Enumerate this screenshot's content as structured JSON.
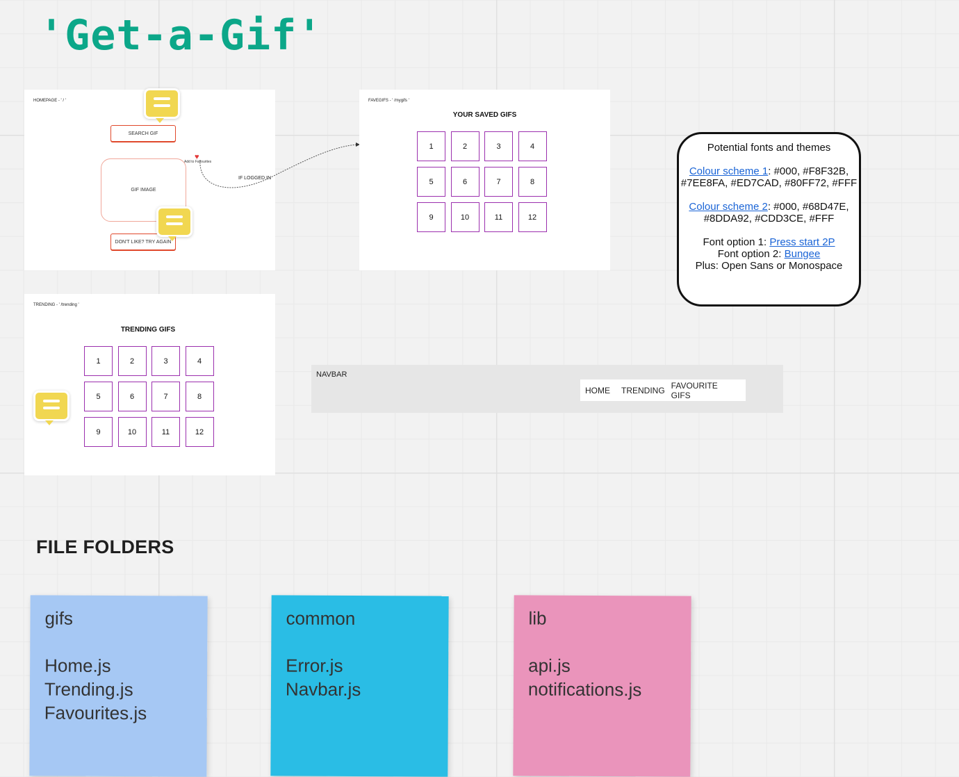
{
  "board_title": "'Get-a-Gif'",
  "homepage_frame": {
    "label": "HOMEPAGE - ' /  '",
    "search_button": "SEARCH GIF",
    "gif_image": "GIF IMAGE",
    "retry_button": "DON'T LIKE? TRY AGAIN",
    "add_favourites": "Add to Favourites",
    "connector_label": "IF LOGGED IN"
  },
  "favegifs_frame": {
    "label": "FAVEGIFS - ' /mygifs '",
    "heading": "YOUR SAVED GIFS",
    "cells": [
      "1",
      "2",
      "3",
      "4",
      "5",
      "6",
      "7",
      "8",
      "9",
      "10",
      "11",
      "12"
    ]
  },
  "trending_frame": {
    "label": "TRENDING - ' /trending  '",
    "heading": "TRENDING GIFS",
    "cells": [
      "1",
      "2",
      "3",
      "4",
      "5",
      "6",
      "7",
      "8",
      "9",
      "10",
      "11",
      "12"
    ]
  },
  "themes_note": {
    "title": "Potential fonts and themes",
    "scheme1_link": "Colour scheme 1",
    "scheme1_colors": ": #000, #F8F32B, #7EE8FA, #ED7CAD, #80FF72, #FFF",
    "scheme2_link": "Colour scheme 2",
    "scheme2_colors": ": #000, #68D47E, #8DDA92, #CDD3CE, #FFF",
    "font1_prefix": "Font option 1: ",
    "font1_link": "Press start 2P",
    "font2_prefix": "Font option 2: ",
    "font2_link": "Bungee",
    "plus": "Plus: Open Sans or Monospace"
  },
  "navbar_frame": {
    "label": "NAVBAR",
    "items": [
      "HOME",
      "TRENDING",
      "FAVOURITE GIFS"
    ]
  },
  "file_folders": {
    "heading": "FILE FOLDERS",
    "notes": [
      {
        "folder": "gifs",
        "files": [
          "Home.js",
          "Trending.js",
          "Favourites.js"
        ],
        "color": "#a6c8f4"
      },
      {
        "folder": "common",
        "files": [
          "Error.js",
          "Navbar.js"
        ],
        "color": "#2abde5"
      },
      {
        "folder": "lib",
        "files": [
          "api.js",
          "notifications.js"
        ],
        "color": "#ea94bb"
      }
    ]
  },
  "colors": {
    "title_green": "#0ca789",
    "wire_red": "#e0482b",
    "grid_purple": "#9b2fae",
    "comment_yellow": "#f1d751",
    "link_blue": "#1a64d6"
  }
}
